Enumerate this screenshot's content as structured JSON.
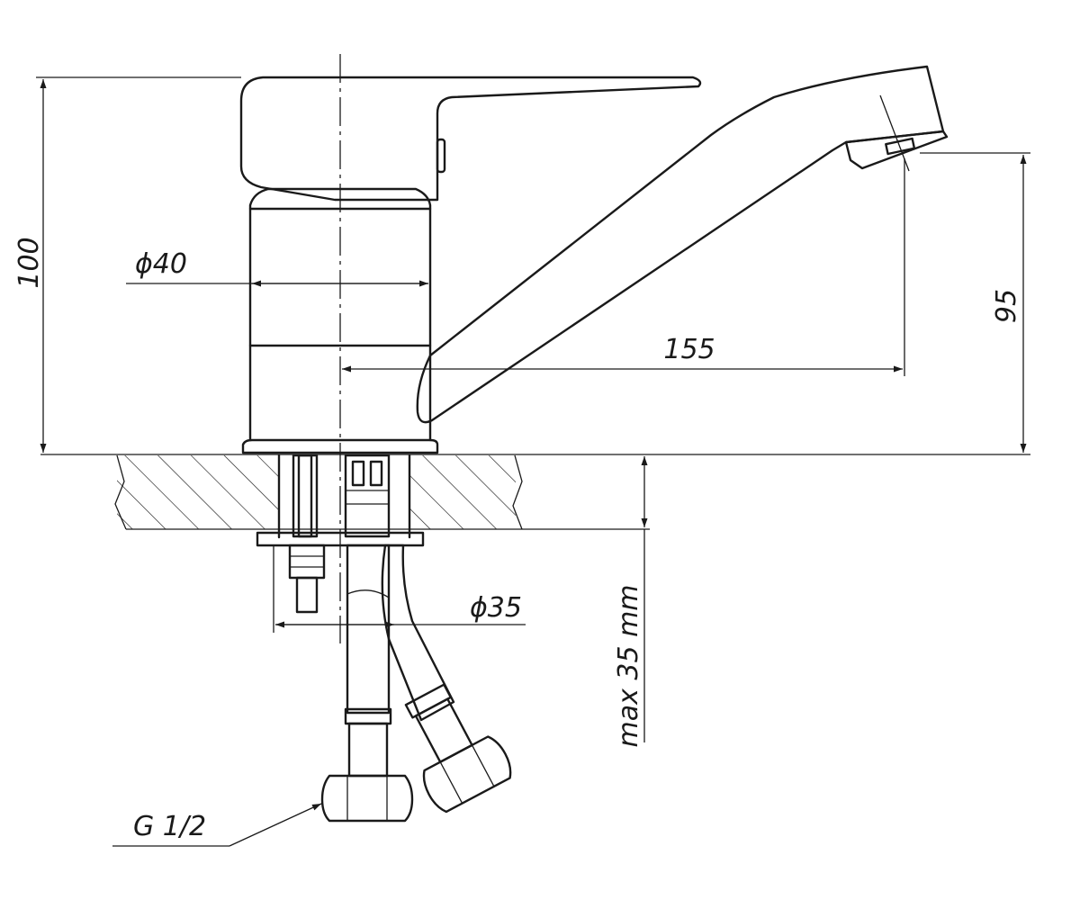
{
  "diagram": {
    "dimensions": {
      "overall_height": "100",
      "body_diameter": "ϕ40",
      "spout_reach": "155",
      "spout_height": "95",
      "mounting_diameter": "ϕ35",
      "max_counter_thickness": "max 35 mm",
      "connection_thread": "G 1/2"
    }
  }
}
